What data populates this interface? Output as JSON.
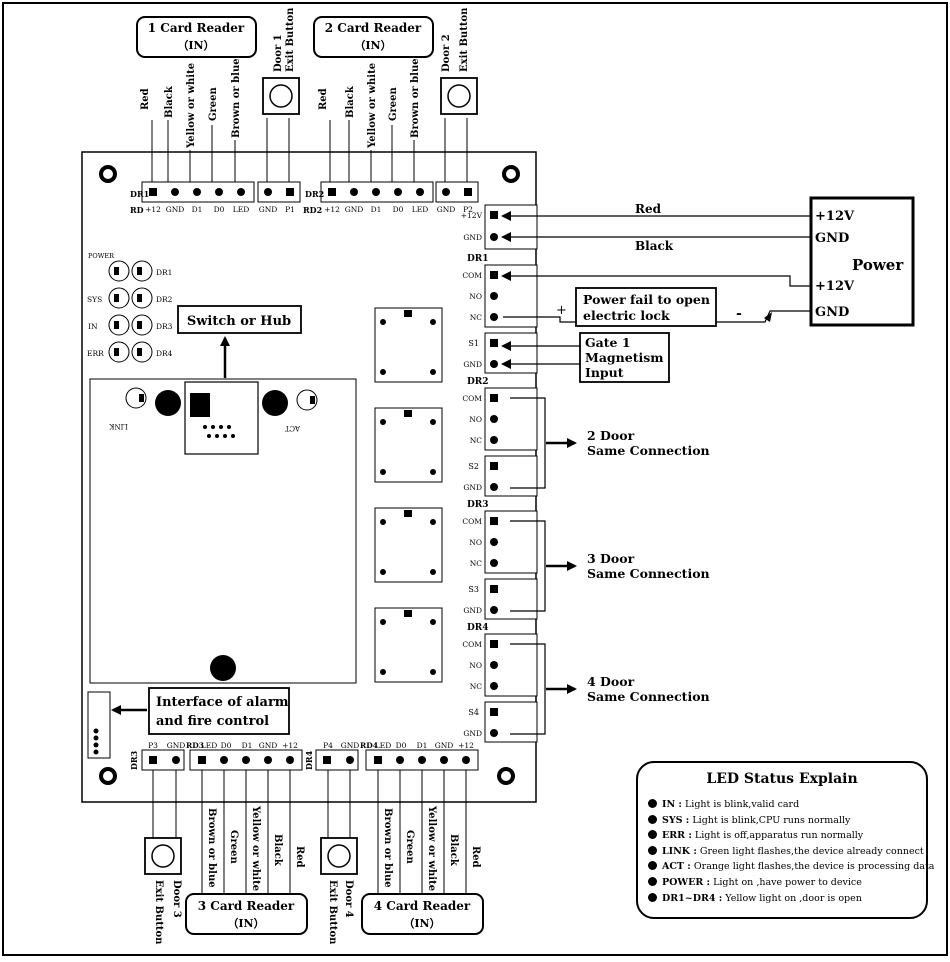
{
  "readers": [
    {
      "title": "1 Card Reader",
      "sub": "（IN）"
    },
    {
      "title": "2 Card Reader",
      "sub": "（IN）"
    },
    {
      "title": "3 Card Reader",
      "sub": "（IN）"
    },
    {
      "title": "4 Card Reader",
      "sub": "（IN）"
    }
  ],
  "wire_colors": [
    "Red",
    "Black",
    "Yellow or white",
    "Green",
    "Brown or blue"
  ],
  "exit_buttons": [
    {
      "door": "Door 1",
      "label": "Exit Button"
    },
    {
      "door": "Door 2",
      "label": "Exit Button"
    },
    {
      "door": "Door 3",
      "label": "Exit Button"
    },
    {
      "door": "Door 4",
      "label": "Exit Button"
    }
  ],
  "top_pins": {
    "dr1": {
      "tag": "DR1",
      "rd": "RD",
      "pins": [
        "+12",
        "GND",
        "D1",
        "D0",
        "LED"
      ]
    },
    "btn1": {
      "pins": [
        "GND",
        "P1"
      ]
    },
    "dr2": {
      "tag": "DR2",
      "rd": "RD2",
      "pins": [
        "+12",
        "GND",
        "D1",
        "D0",
        "LED"
      ]
    },
    "btn2": {
      "pins": [
        "GND",
        "P2"
      ]
    }
  },
  "bottom_pins": {
    "btn3": {
      "pins": [
        "P3",
        "GND"
      ]
    },
    "dr3": {
      "tag": "DR3",
      "rd": "RD3",
      "pins": [
        "LED",
        "D0",
        "D1",
        "GND",
        "+12"
      ]
    },
    "btn4": {
      "pins": [
        "P4",
        "GND"
      ]
    },
    "dr4": {
      "tag": "DR4",
      "rd": "RD4",
      "pins": [
        "LED",
        "D0",
        "D1",
        "GND",
        "+12"
      ]
    }
  },
  "leds": {
    "left": [
      "POWER",
      "SYS",
      "IN",
      "ERR"
    ],
    "right": [
      "DR1",
      "DR2",
      "DR3",
      "DR4"
    ],
    "link": "LINK",
    "act": "ACT"
  },
  "switch_hub": "Switch or Hub",
  "alarm_interface": [
    "Interface of alarm",
    "and fire control"
  ],
  "power": {
    "title": "Power",
    "terms": [
      "+12V",
      "GND",
      "+12V",
      "GND"
    ],
    "wire_red": "Red",
    "wire_black": "Black",
    "plus": "+",
    "minus": "-"
  },
  "power_fail": [
    "Power fail to open",
    "electric lock"
  ],
  "gate": [
    "Gate 1",
    "Magnetism",
    "Input"
  ],
  "right_terminals": {
    "power": [
      "+12V",
      "GND"
    ],
    "dr_tags": [
      "DR1",
      "DR2",
      "DR3",
      "DR4"
    ],
    "relay": [
      "COM",
      "NO",
      "NC"
    ],
    "sensors": [
      "S1",
      "S2",
      "S3",
      "S4"
    ],
    "gnd": "GND"
  },
  "same_connection": [
    {
      "door": "2 Door",
      "text": "Same Connection"
    },
    {
      "door": "3 Door",
      "text": "Same Connection"
    },
    {
      "door": "4 Door",
      "text": "Same Connection"
    }
  ],
  "legend": {
    "title": "LED Status Explain",
    "items": [
      {
        "key": "IN :",
        "text": "Light is blink,valid card"
      },
      {
        "key": "SYS :",
        "text": "Light is blink,CPU runs normally"
      },
      {
        "key": "ERR :",
        "text": "Light is off,apparatus run normally"
      },
      {
        "key": "LINK :",
        "text": "Green light flashes,the device already connect"
      },
      {
        "key": "ACT :",
        "text": "Orange light flashes,the device is processing data"
      },
      {
        "key": "POWER :",
        "text": "Light on ,have power to device"
      },
      {
        "key": "DR1~DR4 :",
        "text": "Yellow light on ,door is open"
      }
    ]
  }
}
